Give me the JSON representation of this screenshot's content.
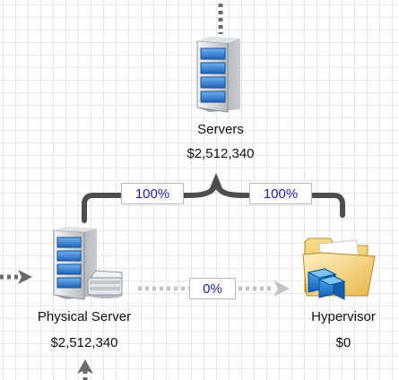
{
  "nodes": {
    "servers": {
      "name": "Servers",
      "cost": "$2,512,340",
      "icon": "server-rack-icon"
    },
    "physical": {
      "name": "Physical Server",
      "cost": "$2,512,340",
      "icon": "server-rack-icon"
    },
    "hypervisor": {
      "name": "Hypervisor",
      "cost": "$0",
      "icon": "folder-with-cubes-icon"
    }
  },
  "links": {
    "servers_to_physical": "100%",
    "servers_to_hypervisor": "100%",
    "physical_to_hypervisor": "0%"
  },
  "colors": {
    "solid_connector": "#4d4d4d",
    "dotted_connector": "#c4c4c4",
    "percent_text": "#1a1ab8",
    "server_blue": "#2f7fd6",
    "folder_yellow": "#f4cc5a",
    "cube_blue": "#1f7fd8"
  }
}
